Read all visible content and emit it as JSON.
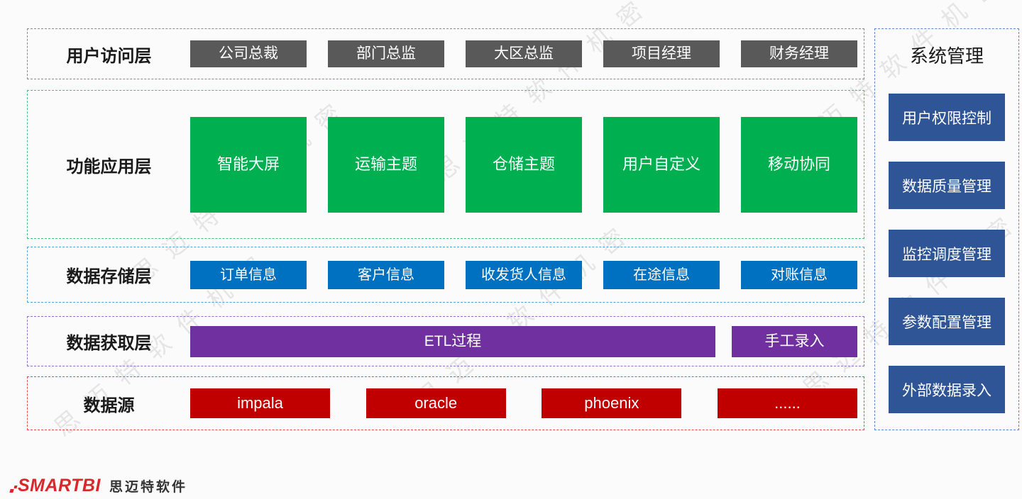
{
  "watermark": {
    "text": "思迈特软件机密"
  },
  "layers": [
    {
      "label": "用户访问层",
      "boxes": [
        "公司总裁",
        "部门总监",
        "大区总监",
        "项目经理",
        "财务经理"
      ],
      "box_color": "#595959",
      "border_color": "#8a8a8a"
    },
    {
      "label": "功能应用层",
      "boxes": [
        "智能大屏",
        "运输主题",
        "仓储主题",
        "用户自定义",
        "移动协同"
      ],
      "box_color": "#00b050",
      "border_color": "#44bf7c"
    },
    {
      "label": "数据存储层",
      "boxes": [
        "订单信息",
        "客户信息",
        "收发货人信息",
        "在途信息",
        "对账信息"
      ],
      "box_color": "#0070c0",
      "border_color": "#56a0d9"
    },
    {
      "label": "数据获取层",
      "boxes": [
        "ETL过程",
        "手工录入"
      ],
      "box_color": "#7030a0",
      "border_color": "#9a6bc9"
    },
    {
      "label": "数据源",
      "boxes": [
        "impala",
        "oracle",
        "phoenix",
        "......"
      ],
      "box_color": "#c00000",
      "border_color": "#e14b4b"
    }
  ],
  "sidebar": {
    "title": "系统管理",
    "items": [
      "用户权限控制",
      "数据质量管理",
      "监控调度管理",
      "参数配置管理",
      "外部数据录入"
    ],
    "box_color": "#2f5597",
    "border_color": "#5a86d2"
  },
  "logo": {
    "brand": "SMARTBI",
    "company": "思迈特软件",
    "brand_color": "#d9282b"
  }
}
